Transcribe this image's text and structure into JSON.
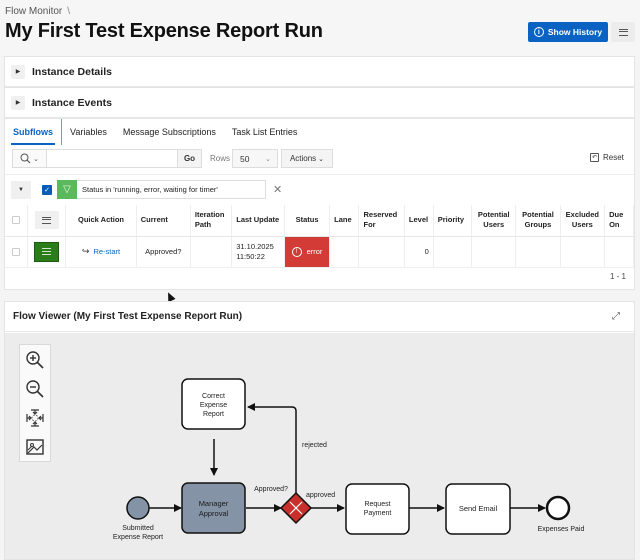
{
  "header": {
    "breadcrumb": "Flow Monitor",
    "breadcrumb_sep": "\\",
    "title": "My First Test Expense Report Run",
    "show_history_label": "Show History",
    "show_history_icon": "info-circle-icon",
    "menu_icon": "hamburger-icon"
  },
  "sections": [
    {
      "label": "Instance Details",
      "expanded": false
    },
    {
      "label": "Instance Events",
      "expanded": false
    }
  ],
  "tabs": [
    {
      "label": "Subflows",
      "active": true
    },
    {
      "label": "Variables",
      "active": false
    },
    {
      "label": "Message Subscriptions",
      "active": false
    },
    {
      "label": "Task List Entries",
      "active": false
    }
  ],
  "toolbar": {
    "search_value": "",
    "search_placeholder": "",
    "go_label": "Go",
    "rows_label": "Rows",
    "rows_value": "50",
    "actions_label": "Actions",
    "reset_label": "Reset"
  },
  "filter": {
    "checked": true,
    "text": "Status in 'running, error, waiting for timer'",
    "remove_icon": "close-icon"
  },
  "grid": {
    "columns": [
      "",
      "",
      "Quick Action",
      "Current",
      "Iteration Path",
      "Last Update",
      "Status",
      "Lane",
      "Reserved For",
      "Level",
      "Priority",
      "Potential Users",
      "Potential Groups",
      "Excluded Users",
      "Due On"
    ],
    "rows": [
      {
        "quick_action": "Re-start",
        "current": "Approved?",
        "iteration_path": "",
        "last_update_date": "31.10.2025",
        "last_update_time": "11:50:22",
        "status": "error",
        "lane": "",
        "reserved_for": "",
        "level": "0",
        "priority": "",
        "potential_users": "",
        "potential_groups": "",
        "excluded_users": ""
      }
    ],
    "pagination": "1 - 1"
  },
  "flow_viewer": {
    "title": "Flow Viewer (My First Test Expense Report Run)",
    "tools": [
      "zoom-in-icon",
      "zoom-out-icon",
      "fit-to-screen-icon",
      "download-image-icon"
    ],
    "nodes": {
      "start": "Submitted Expense Report",
      "correct": [
        "Correct",
        "Expense",
        "Report"
      ],
      "manager": [
        "Manager",
        "Approval"
      ],
      "gateway": "Approved?",
      "request": [
        "Request",
        "Payment"
      ],
      "email": "Send Email",
      "end": "Expenses Paid"
    },
    "edges": {
      "rejected": "rejected",
      "approved": "approved"
    }
  },
  "colors": {
    "primary": "#0a63c2",
    "error": "#d23b36",
    "success": "#2b7d1b",
    "filter_green": "#5cb85c",
    "active_task": "#8593a7"
  }
}
